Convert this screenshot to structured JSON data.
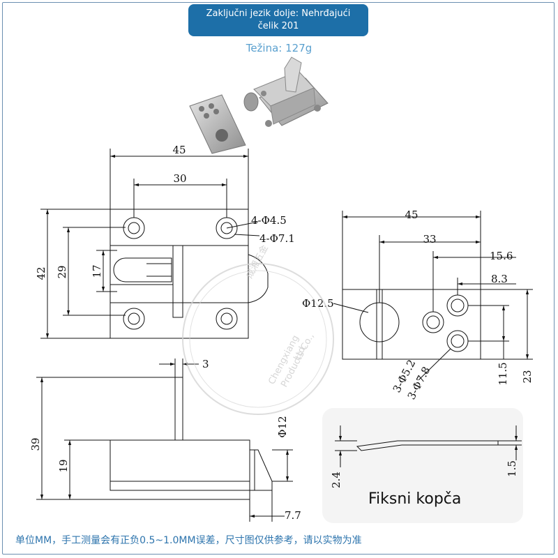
{
  "header": {
    "material_line1": "Zaključni jezik dolje: Nehrđajući",
    "material_line2": "čelik 201",
    "weight": "Težina: 127g"
  },
  "dimensions": {
    "top_width": "45",
    "hole_spacing": "30",
    "hole_small": "4-Φ4.5",
    "hole_large": "4-Φ7.1",
    "height_total": "42",
    "height_inner": "29",
    "height_slot": "17",
    "side_width": "45",
    "side_offset": "33",
    "side_15_6": "15.6",
    "side_8_3": "8.3",
    "side_phi12_5": "Φ12.5",
    "side_holes_a": "3-Φ5.2",
    "side_holes_b": "3-Φ7.8",
    "side_11_5": "11.5",
    "side_23": "23",
    "front_3": "3",
    "front_phi12": "Φ12",
    "front_39": "39",
    "front_19": "19",
    "front_7_7": "7.7",
    "clip_2_4": "2.4",
    "clip_1_5": "1.5"
  },
  "watermark": {
    "line1": "成湘五金",
    "line2": "Chengxiang",
    "line3": "Products Co.,",
    "line4": "Ltd."
  },
  "clip": {
    "label": "Fiksni kopča"
  },
  "footer": {
    "note": "单位MM，手工测量会有正负0.5~1.0MM误差，尺寸图仅供参考，请以实物为准"
  }
}
